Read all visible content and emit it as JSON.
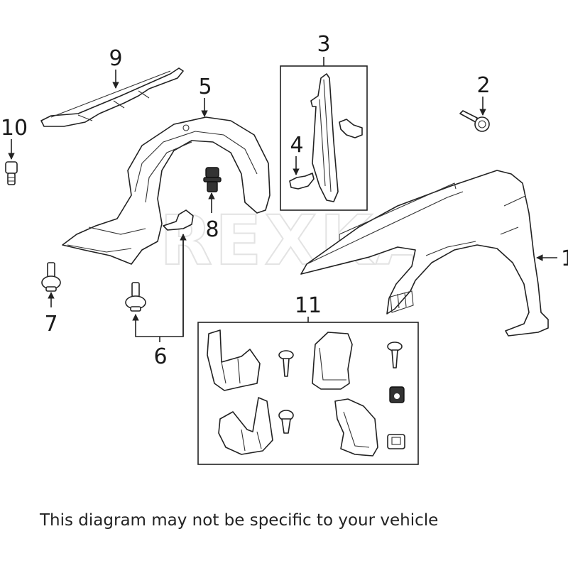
{
  "diagram": {
    "title": "Fender & Components Parts Diagram",
    "watermark": "REXKA",
    "callouts": [
      {
        "id": "1",
        "label": "1",
        "part": "fender"
      },
      {
        "id": "2",
        "label": "2",
        "part": "bolt"
      },
      {
        "id": "3",
        "label": "3",
        "part": "fender-seal-bracket-kit"
      },
      {
        "id": "4",
        "label": "4",
        "part": "clip"
      },
      {
        "id": "5",
        "label": "5",
        "part": "fender-liner"
      },
      {
        "id": "6",
        "label": "6",
        "part": "liner-screw"
      },
      {
        "id": "7",
        "label": "7",
        "part": "retainer"
      },
      {
        "id": "8",
        "label": "8",
        "part": "nut"
      },
      {
        "id": "9",
        "label": "9",
        "part": "fender-seal"
      },
      {
        "id": "10",
        "label": "10",
        "part": "stud-clip"
      },
      {
        "id": "11",
        "label": "11",
        "part": "splash-guard-kit"
      }
    ]
  },
  "disclaimer": "This diagram may not be specific to your vehicle"
}
